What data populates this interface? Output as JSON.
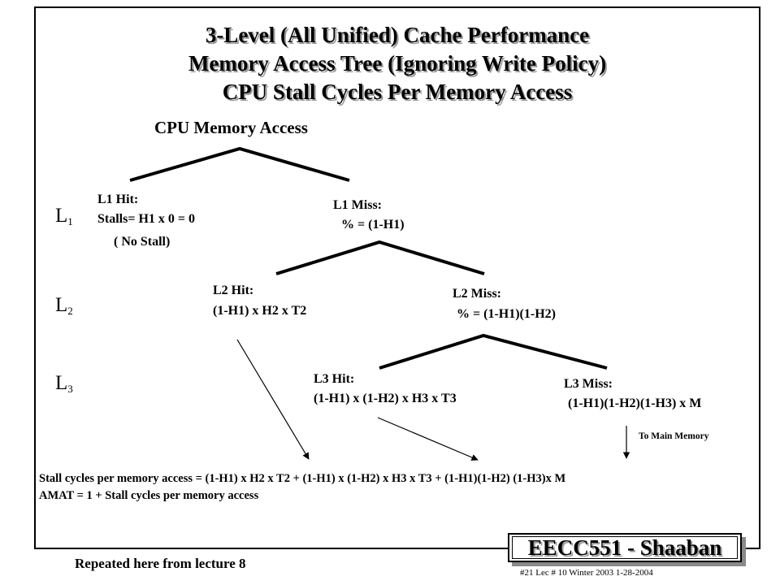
{
  "title": {
    "line1": "3-Level (All Unified) Cache Performance",
    "line2": "Memory Access Tree (Ignoring Write Policy)",
    "line3": "CPU  Stall Cycles Per Memory Access"
  },
  "tree": {
    "root": "CPU Memory  Access",
    "l1_hit": {
      "line1": "L1  Hit:",
      "line2": "Stalls= H1 x 0 = 0",
      "line3": "( No Stall)"
    },
    "l1_miss": {
      "line1": "L1  Miss:",
      "line2": "%  =  (1-H1)"
    },
    "l2_hit": {
      "line1": "L2  Hit:",
      "line2": "(1-H1)  x H2 x T2"
    },
    "l2_miss": {
      "line1": "L2   Miss:",
      "line2": "%   =    (1-H1)(1-H2)"
    },
    "l3_hit": {
      "line1": "L3  Hit:",
      "line2": "(1-H1)  x (1-H2)  x H3 x  T3"
    },
    "l3_miss": {
      "line1": "L3   Miss:",
      "line2": "(1-H1)(1-H2)(1-H3)  x M"
    },
    "to_main_memory": "To Main Memory"
  },
  "levels": [
    {
      "letter": "L",
      "sub": "1"
    },
    {
      "letter": "L",
      "sub": "2"
    },
    {
      "letter": "L",
      "sub": "3"
    }
  ],
  "formula": {
    "line1": "Stall cycles per memory access    =   (1-H1) x H2 x T2  +  (1-H1) x (1-H2) x H3 x T3   + (1-H1)(1-H2) (1-H3)x M",
    "line2": "AMAT  =  1  + Stall cycles per memory access"
  },
  "footer": {
    "note": "Repeated here from lecture 8",
    "brand": "EECC551 - Shaaban",
    "lecture_info": "#21   Lec # 10   Winter 2003  1-28-2004"
  }
}
